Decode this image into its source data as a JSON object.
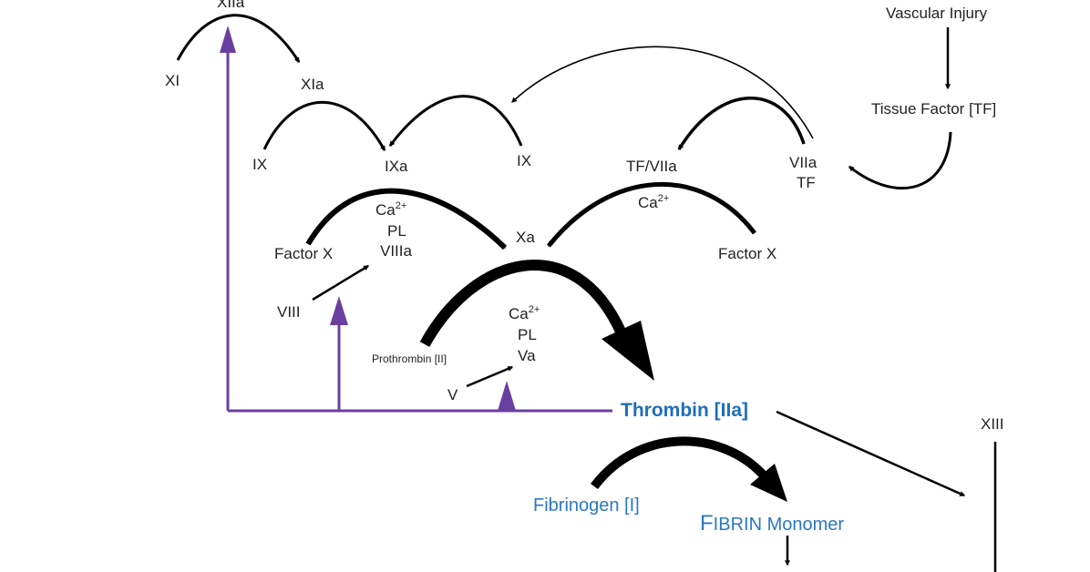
{
  "labels": {
    "xiia": "XIIa",
    "xi": "XI",
    "xia": "XIa",
    "ix_left": "IX",
    "ixa": "IXa",
    "ix_right": "IX",
    "tf_viia": "TF/VIIa",
    "viia": "VIIa",
    "tf": "TF",
    "vascular_injury": "Vascular Injury",
    "tissue_factor": "Tissue Factor [TF]",
    "ca_left": "Ca",
    "ca_left_sup": "2+",
    "pl_left": "PL",
    "viiia": "VIIIa",
    "factor_x_left": "Factor X",
    "xa": "Xa",
    "ca_right": "Ca",
    "ca_right_sup": "2+",
    "factor_x_right": "Factor X",
    "viii": "VIII",
    "ca_mid": "Ca",
    "ca_mid_sup": "2+",
    "pl_mid": "PL",
    "va": "Va",
    "prothrombin": "Prothrombin [II]",
    "v": "V",
    "thrombin": "Thrombin [IIa]",
    "xiii": "XIII",
    "fibrinogen": "Fibrinogen [I]",
    "fibrin_first": "F",
    "fibrin_rest": "IBRIN Monomer"
  },
  "colors": {
    "arrow": "#000000",
    "feedback": "#6b3fa0",
    "blue_text": "#2a78c0",
    "thrombin_text": "#1f6fb8"
  }
}
